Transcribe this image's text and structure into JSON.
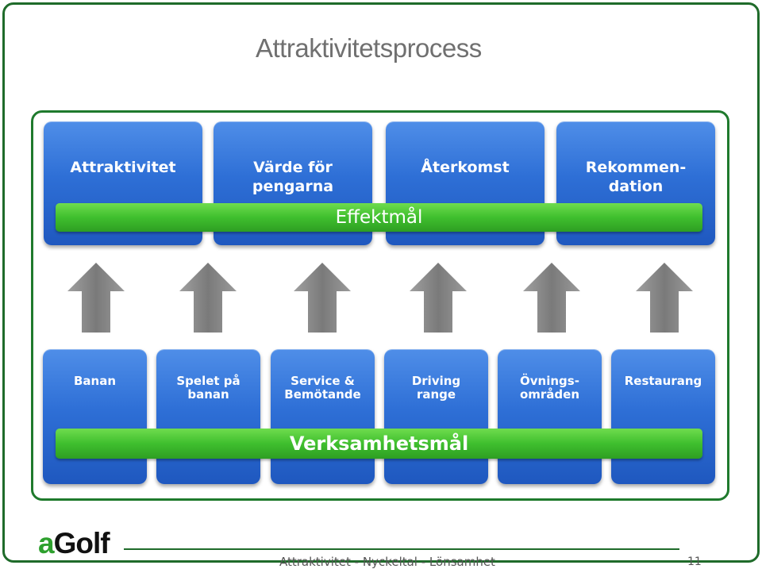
{
  "title": "Attraktivitetsprocess",
  "top_row": {
    "boxes": [
      {
        "label": "Attraktivitet"
      },
      {
        "label": "Värde för\npengarna"
      },
      {
        "label": "Återkomst"
      },
      {
        "label": "Rekommen-\ndation"
      }
    ],
    "bar_label": "Effektmål"
  },
  "arrows": {
    "count": 6,
    "icon": "up-arrow-icon",
    "color": "#8a8a8a"
  },
  "bottom_row": {
    "boxes": [
      {
        "label": "Banan"
      },
      {
        "label": "Spelet på\nbanan"
      },
      {
        "label": "Service &\nBemötande"
      },
      {
        "label": "Driving\nrange"
      },
      {
        "label": "Övnings-\nområden"
      },
      {
        "label": "Restaurang"
      }
    ],
    "bar_label": "Verksamhetsmål"
  },
  "colors": {
    "box_blue": "#2e6fd6",
    "bar_green": "#3fbf2e",
    "frame_green": "#1f7a2d"
  },
  "logo": {
    "prefix": "a",
    "rest": "Golf"
  },
  "footer": {
    "text": "Attraktivitet - Nyckeltal - Lönsamhet",
    "page_number": "11"
  }
}
